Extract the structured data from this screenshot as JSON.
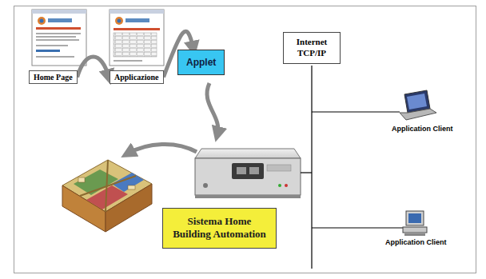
{
  "diagram": {
    "nodes": [
      {
        "text": [
          "Home Page"
        ]
      },
      {
        "text": [
          "Applicazione"
        ]
      },
      {
        "text": [
          "Applet"
        ]
      },
      {
        "text": [
          "Internet TCP/IP"
        ]
      },
      {
        "text": [
          "Sistema Home Building Automation"
        ]
      }
    ],
    "edges": [
      {
        "from": 0,
        "to": 1,
        "arrow": "to"
      },
      {
        "from": 1,
        "to": 2,
        "arrow": "to"
      }
    ],
    "labels": [
      "Application Client",
      "Application Client"
    ]
  }
}
